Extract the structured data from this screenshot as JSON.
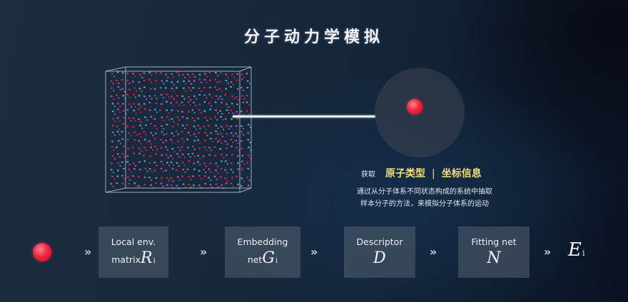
{
  "title": "分子动力学模拟",
  "zoom_view": {
    "acquire_label": "获取",
    "highlight_1": "原子类型",
    "separator": "|",
    "highlight_2": "坐标信息",
    "description_line_1": "通过从分子体系不同状态构成的系统中抽取",
    "description_line_2": "样本分子的方法，来模拟分子体系的运动",
    "atom_color": "#f0253e",
    "highlight_color": "#f1dd7a"
  },
  "simulation_box": {
    "atom_colors": [
      "#e8234a",
      "#c855d6",
      "#4fb8d4"
    ]
  },
  "pipeline": {
    "arrow_glyph": "»",
    "steps": [
      {
        "name": "Local env.",
        "prefix": "matrix",
        "symbol": "R",
        "subscript": "i"
      },
      {
        "name": "Embedding",
        "prefix": "net",
        "symbol": "G",
        "subscript": "i"
      },
      {
        "name": "Descriptor",
        "prefix": "",
        "symbol": "D",
        "subscript": ""
      },
      {
        "name": "Fitting net",
        "prefix": "",
        "symbol": "N",
        "subscript": ""
      }
    ],
    "output": {
      "symbol": "E",
      "subscript": "i"
    }
  }
}
